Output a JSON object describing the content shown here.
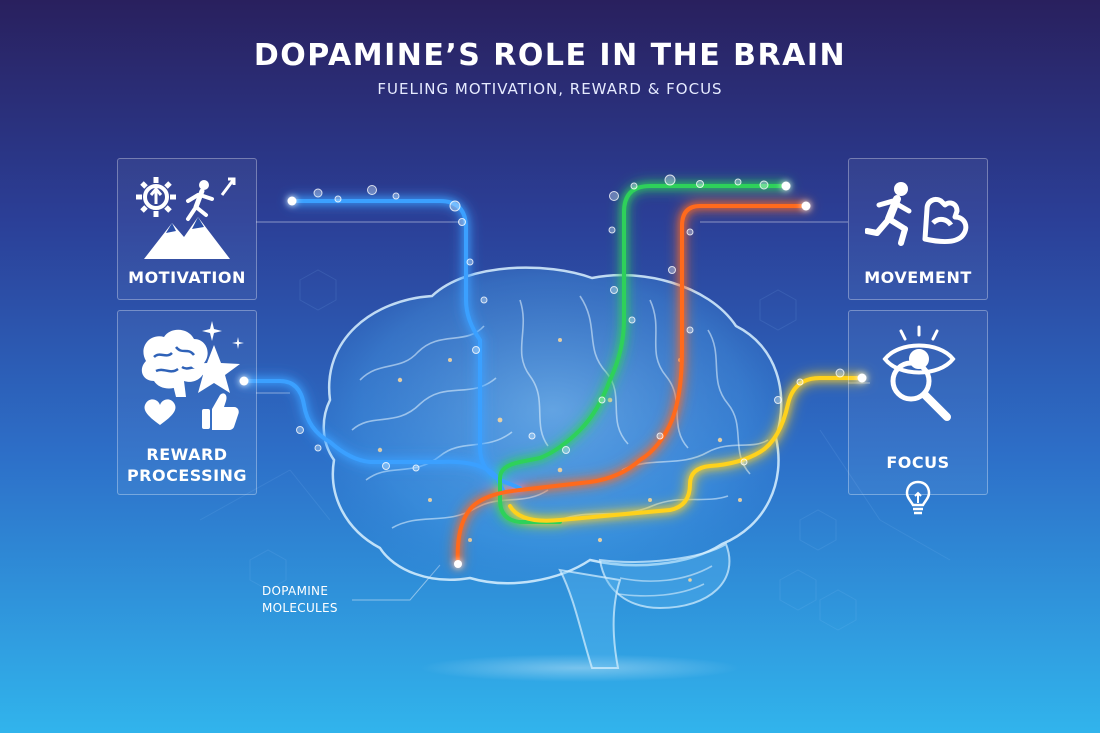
{
  "title": "DOPAMINE’S ROLE IN THE BRAIN",
  "subtitle": "FUELING MOTIVATION, REWARD & FOCUS",
  "panels": {
    "motivation": {
      "label": "MOTIVATION"
    },
    "reward": {
      "label_line1": "REWARD",
      "label_line2": "PROCESSING"
    },
    "movement": {
      "label": "MOVEMENT"
    },
    "focus": {
      "label": "FOCUS"
    }
  },
  "callout": {
    "line1": "DOPAMINE",
    "line2": "MOLECULES"
  },
  "pathway_colors": {
    "blue": "#3aa0ff",
    "green": "#2fd15a",
    "orange": "#ff6a1f",
    "yellow": "#ffd21f"
  },
  "icons": {
    "motivation": [
      "gear-icon",
      "climber-icon",
      "mountain-icon",
      "arrow-up-icon"
    ],
    "reward": [
      "brain-icon",
      "star-icon",
      "sparkle-icon",
      "heart-icon",
      "thumbs-up-icon"
    ],
    "movement": [
      "runner-icon",
      "flexed-arm-icon"
    ],
    "focus": [
      "eye-icon",
      "magnifier-icon",
      "lightbulb-icon"
    ]
  }
}
